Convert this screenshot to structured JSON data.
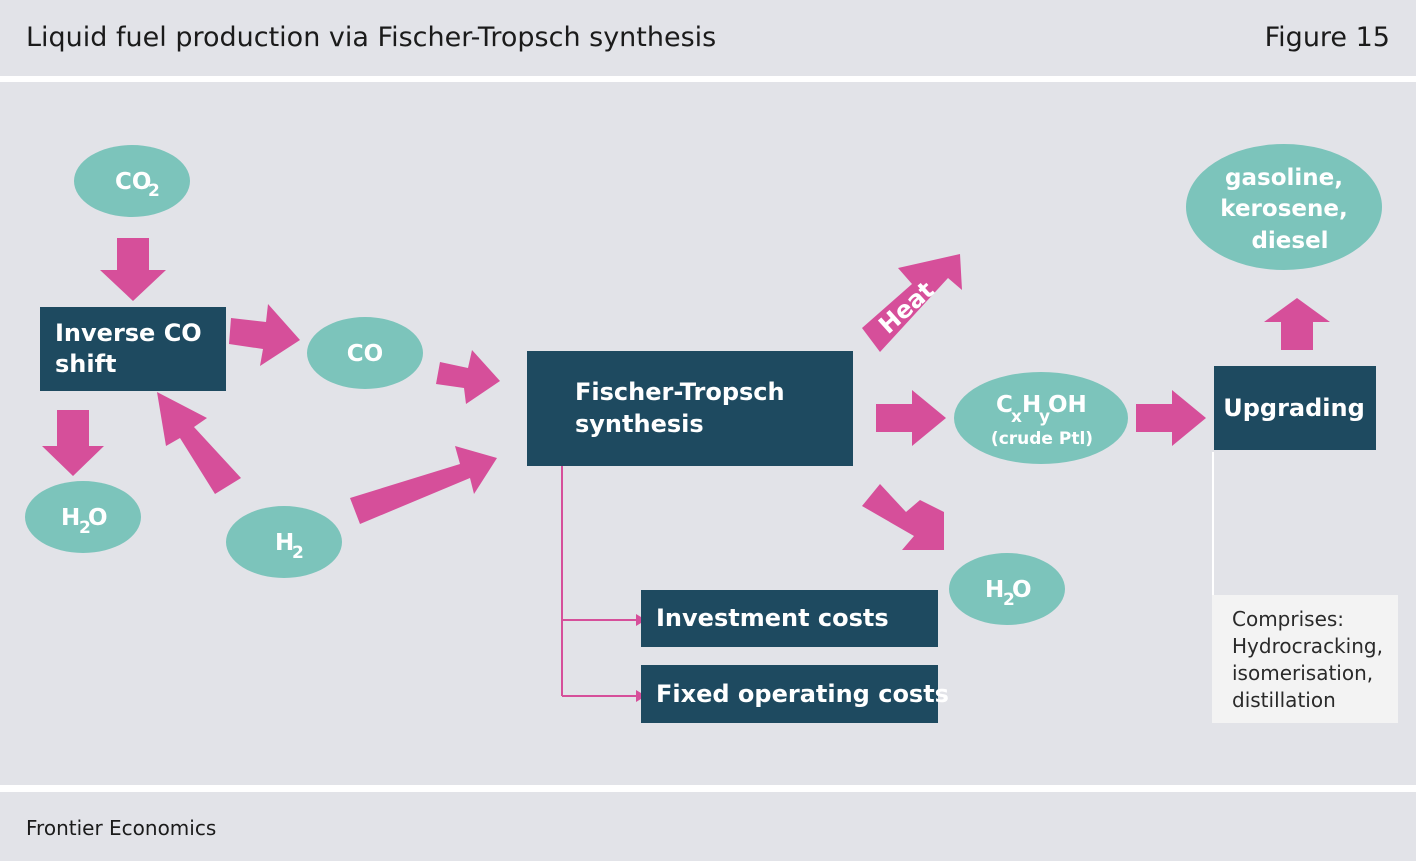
{
  "header": {
    "title": "Liquid fuel production via Fischer-Tropsch synthesis",
    "figure": "Figure 15"
  },
  "footer": {
    "source": "Frontier Economics"
  },
  "colors": {
    "box": "#1e4a60",
    "ellipse": "#7cc4bb",
    "arrow": "#d64f9a",
    "background": "#e2e3e8"
  },
  "nodes": {
    "co2": {
      "main": "CO",
      "sub": "2"
    },
    "inverse_shift": {
      "line1": "Inverse CO",
      "line2": "shift"
    },
    "h2o_left": {
      "main1": "H",
      "sub": "2",
      "main2": "O"
    },
    "h2": {
      "main": "H",
      "sub": "2"
    },
    "co": {
      "label": "CO"
    },
    "ft_synthesis": {
      "line1": "Fischer-Tropsch",
      "line2": "synthesis"
    },
    "heat": {
      "label": "Heat"
    },
    "crude": {
      "c": "C",
      "x": "x",
      "h": "H",
      "y": "y",
      "oh": "OH",
      "sub": "(crude Ptl)"
    },
    "h2o_right": {
      "main1": "H",
      "sub": "2",
      "main2": "O"
    },
    "upgrading": {
      "label": "Upgrading"
    },
    "fuels": {
      "line1": "gasoline,",
      "line2": "kerosene,",
      "line3": "diesel"
    },
    "investment_costs": {
      "label": "Investment costs"
    },
    "fixed_costs": {
      "label": "Fixed operating costs"
    }
  },
  "note": {
    "lines": [
      "Comprises:",
      "Hydrocracking,",
      "isomerisation,",
      "distillation"
    ]
  }
}
